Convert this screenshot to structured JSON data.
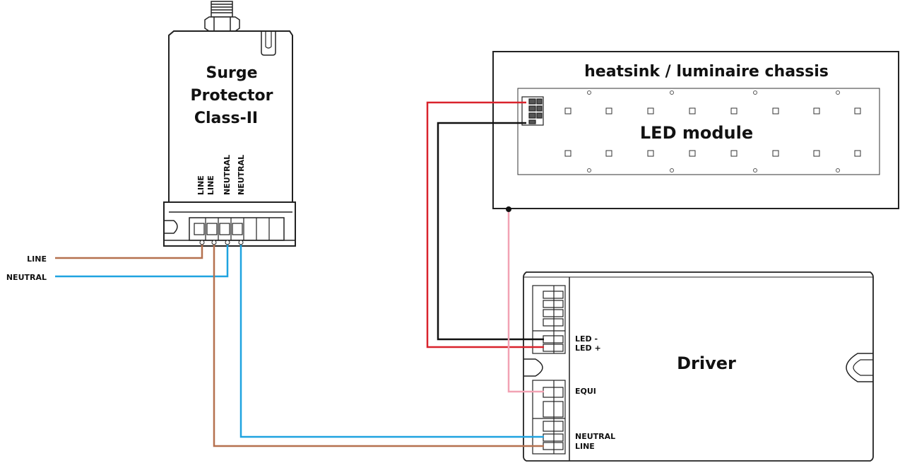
{
  "surge_protector": {
    "title_lines": [
      "Surge",
      "Protector",
      "Class-II"
    ],
    "terminal_labels": [
      "LINE",
      "LINE",
      "NEUTRAL",
      "NEUTRAL"
    ]
  },
  "inputs": {
    "line": "LINE",
    "neutral": "NEUTRAL"
  },
  "chassis": {
    "title": "heatsink / luminaire chassis"
  },
  "led_module": {
    "title": "LED module"
  },
  "driver": {
    "title": "Driver",
    "terminals": {
      "led_minus": "LED -",
      "led_plus": "LED +",
      "equi": "EQUI",
      "neutral": "NEUTRAL",
      "line": "LINE"
    }
  },
  "colors": {
    "line_wire": "#b5714f",
    "neutral_wire": "#1fa3e0",
    "led_plus_wire": "#d9232c",
    "led_minus_wire": "#111111",
    "equi_wire": "#f2a2b4",
    "outline": "#222222"
  }
}
